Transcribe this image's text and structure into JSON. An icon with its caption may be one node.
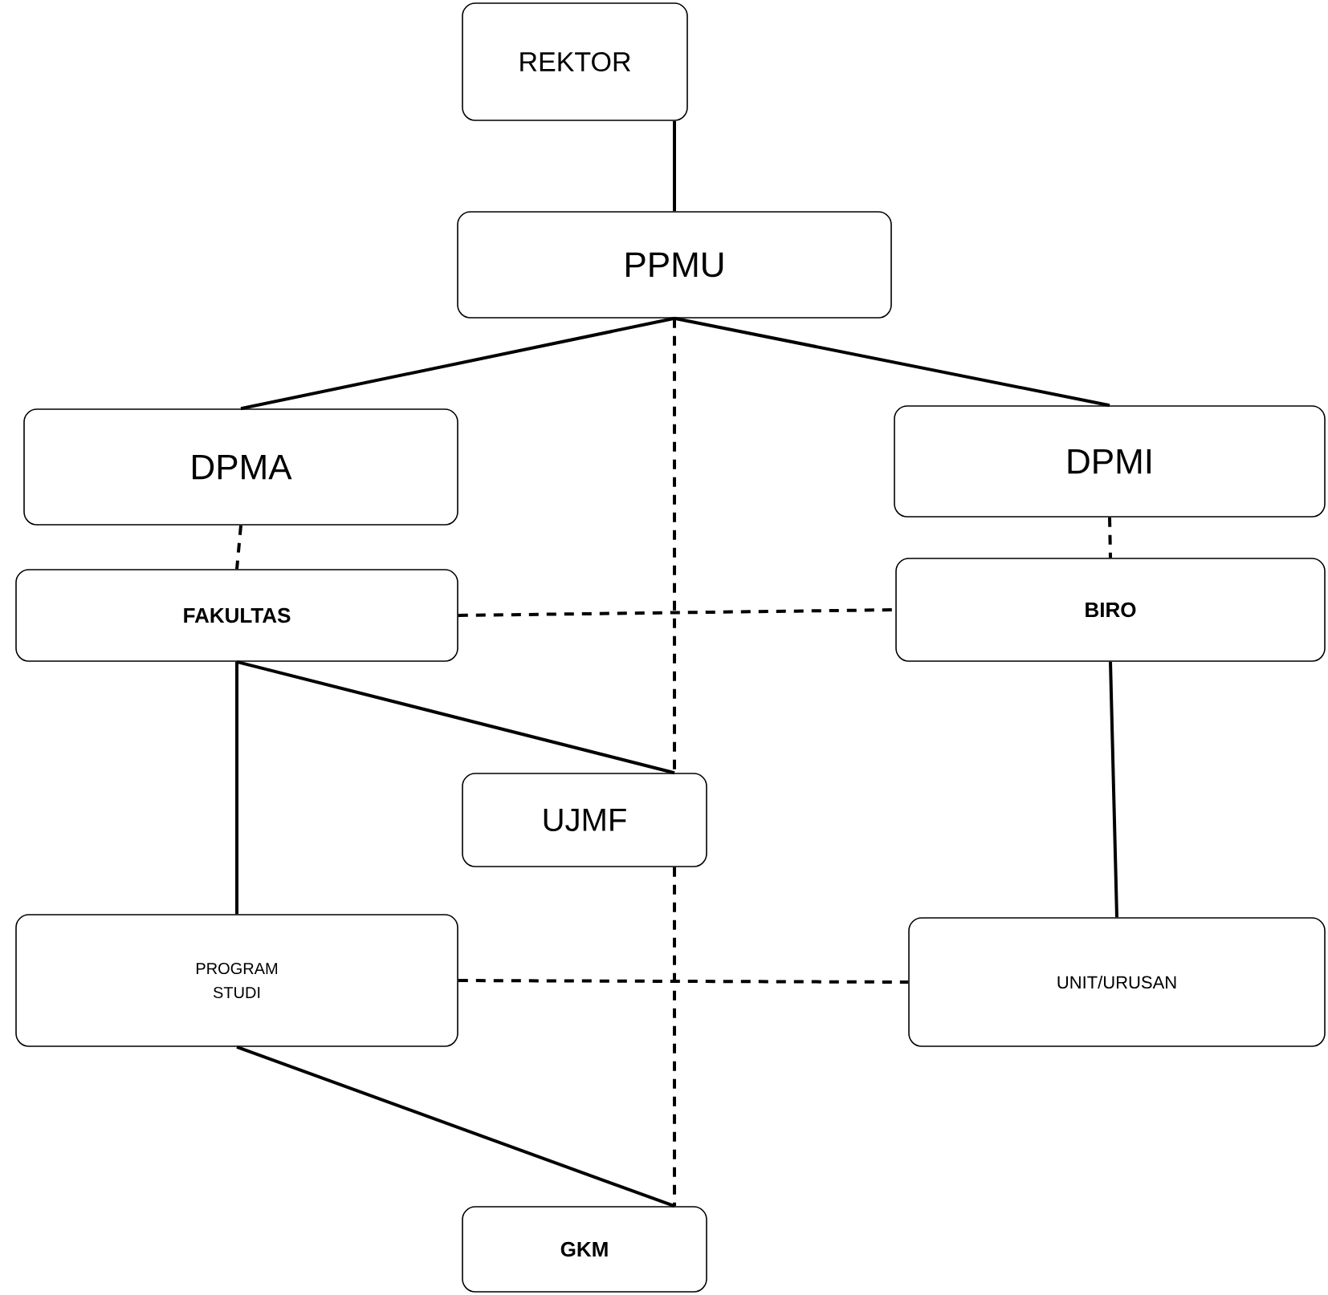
{
  "diagram": {
    "nodes": [
      {
        "text": [
          "REKTOR"
        ]
      },
      {
        "text": [
          "PPMU"
        ]
      },
      {
        "text": [
          "DPMA"
        ]
      },
      {
        "text": [
          "DPMI"
        ]
      },
      {
        "text": [
          "FAKULTAS"
        ]
      },
      {
        "text": [
          "BIRO"
        ]
      },
      {
        "text": [
          "UJMF"
        ]
      },
      {
        "text": [
          "PROGRAM STUDI"
        ]
      },
      {
        "text": [
          "UNIT/URUSAN"
        ]
      },
      {
        "text": [
          "GKM"
        ]
      }
    ],
    "edges": [
      {
        "from": 0,
        "to": 1,
        "arrow": "none"
      },
      {
        "from": 1,
        "to": 2,
        "arrow": "none"
      },
      {
        "from": 1,
        "to": 3,
        "arrow": "none"
      },
      {
        "from": 1,
        "to": 6,
        "arrow": "none",
        "style": "dashed"
      },
      {
        "from": 2,
        "to": 4,
        "arrow": "none",
        "style": "dashed"
      },
      {
        "from": 3,
        "to": 5,
        "arrow": "none",
        "style": "dashed"
      },
      {
        "from": 4,
        "to": 5,
        "arrow": "none",
        "style": "dashed"
      },
      {
        "from": 4,
        "to": 6,
        "arrow": "none"
      },
      {
        "from": 4,
        "to": 7,
        "arrow": "none"
      },
      {
        "from": 5,
        "to": 8,
        "arrow": "none"
      },
      {
        "from": 7,
        "to": 8,
        "arrow": "none",
        "style": "dashed"
      },
      {
        "from": 6,
        "to": 9,
        "arrow": "none",
        "style": "dashed"
      },
      {
        "from": 7,
        "to": 9,
        "arrow": "none"
      }
    ]
  }
}
